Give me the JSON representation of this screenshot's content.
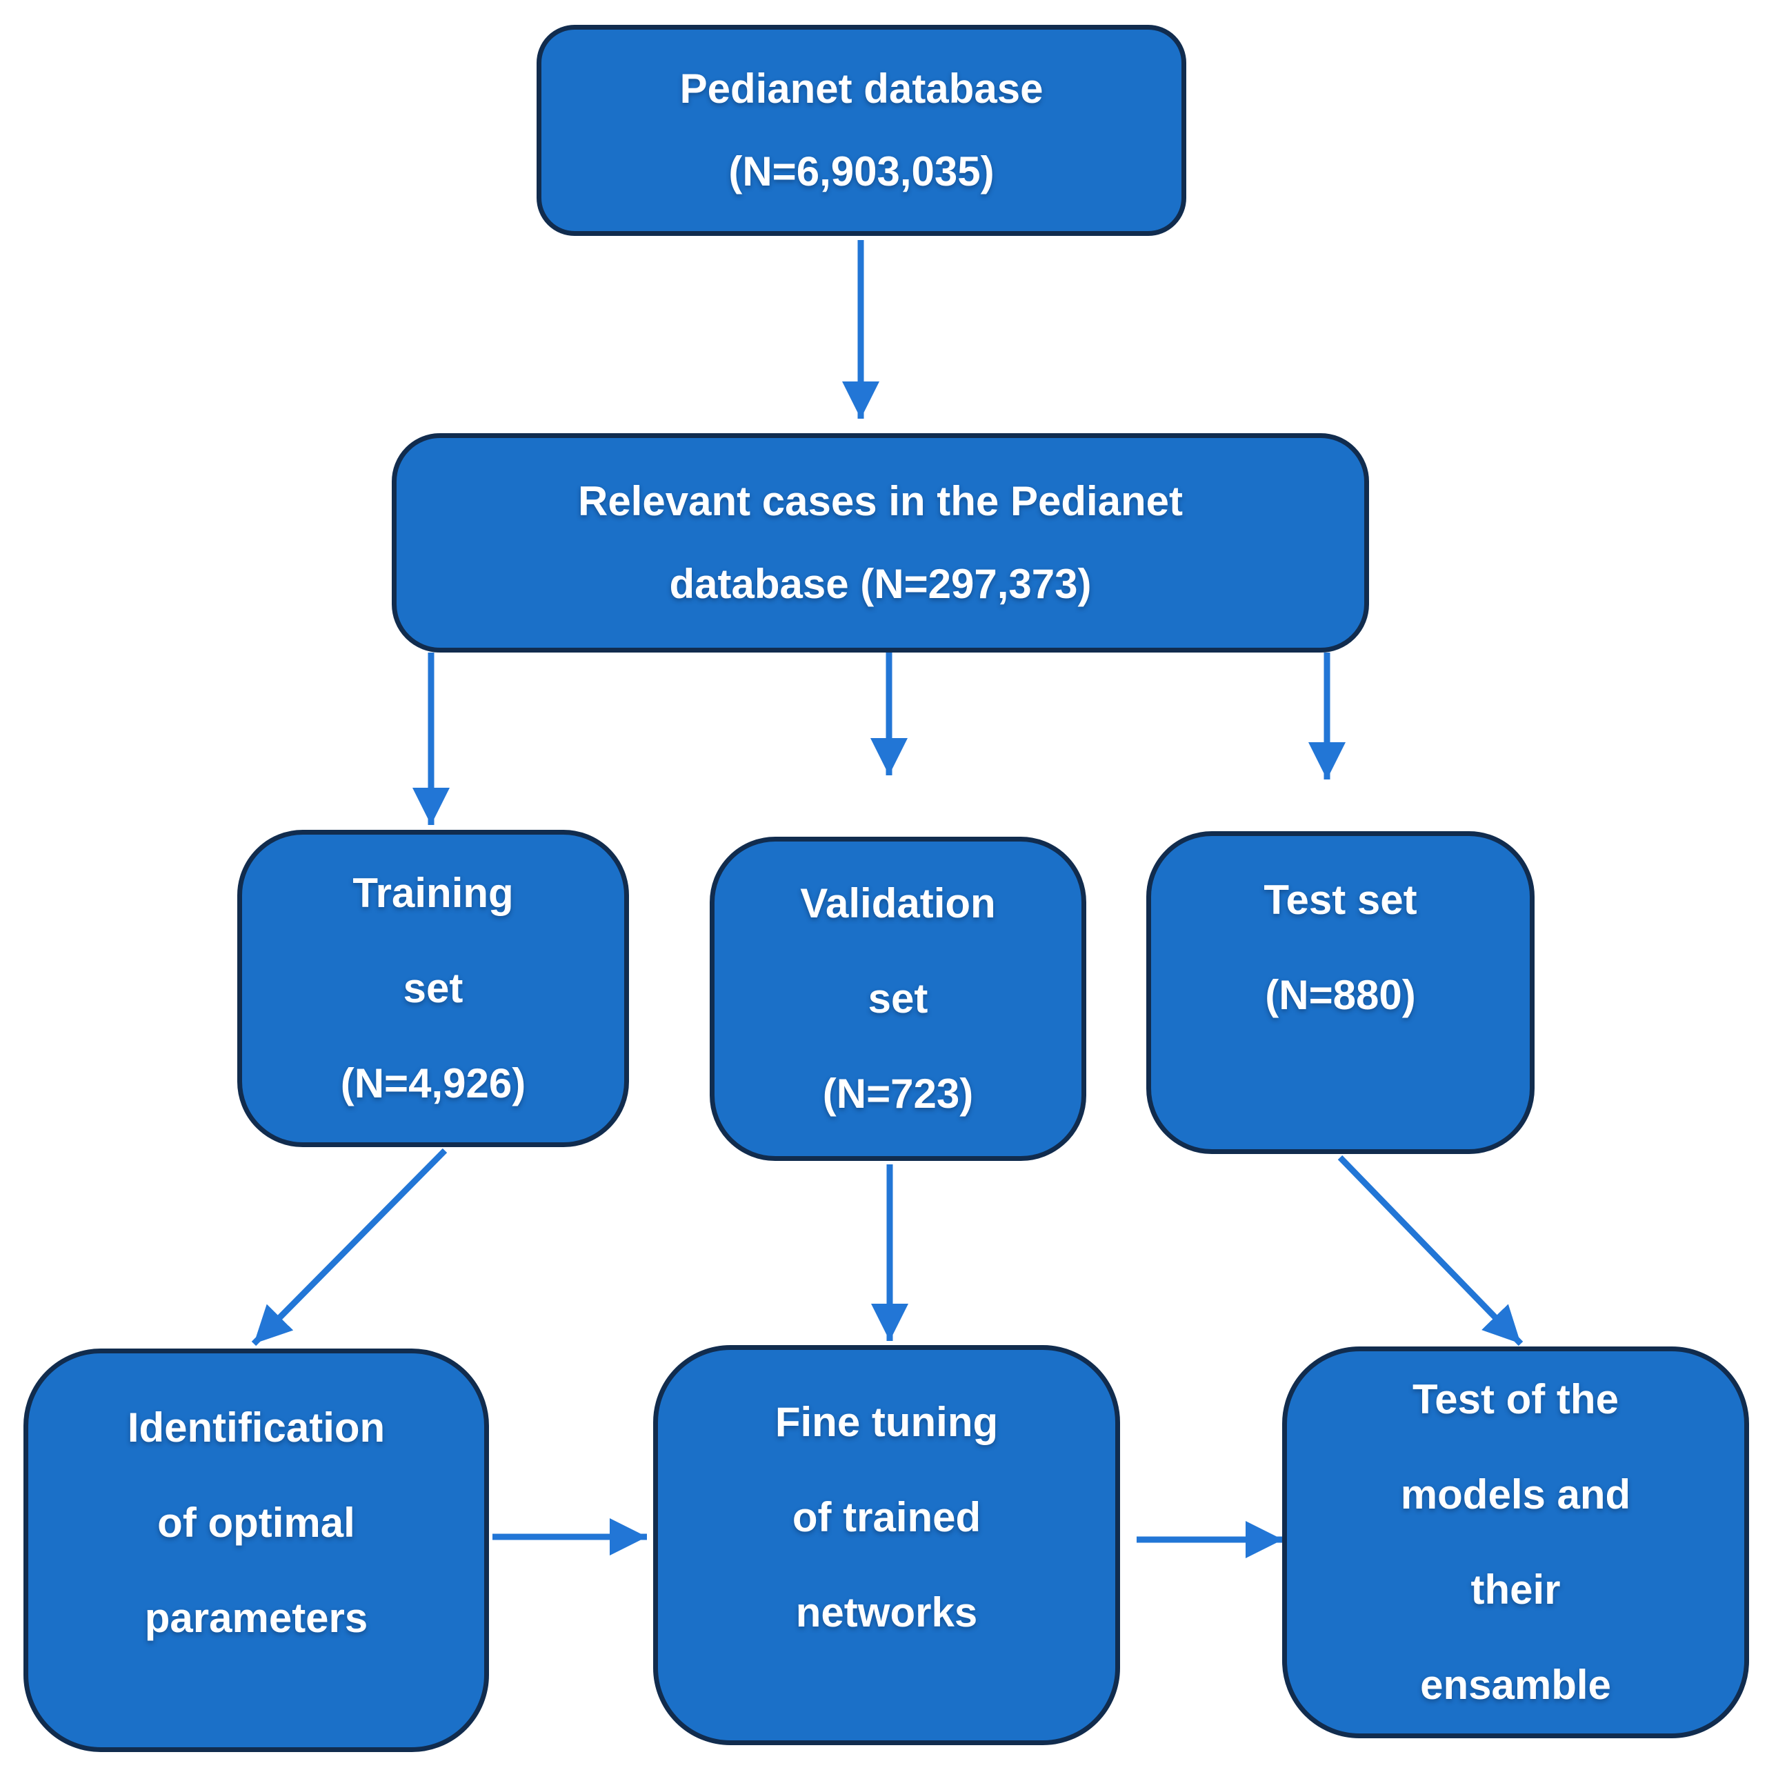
{
  "diagram": {
    "colors": {
      "node_fill": "#1b70c8",
      "node_border": "#112c4e",
      "arrow": "#2276d6",
      "text": "#ffffff"
    },
    "nodes": [
      {
        "id": "pedianet-database",
        "lines": [
          "Pedianet database",
          "(N=6,903,035)"
        ]
      },
      {
        "id": "relevant-cases",
        "lines": [
          "Relevant cases in the Pedianet",
          "database (N=297,373)"
        ]
      },
      {
        "id": "training-set",
        "lines": [
          "Training",
          "set",
          "(N=4,926)"
        ]
      },
      {
        "id": "validation-set",
        "lines": [
          "Validation",
          "set",
          "(N=723)"
        ]
      },
      {
        "id": "test-set",
        "lines": [
          "Test set",
          "(N=880)"
        ]
      },
      {
        "id": "identification-of-optimal-parameters",
        "lines": [
          "Identification",
          "of optimal",
          "parameters"
        ]
      },
      {
        "id": "fine-tuning-of-trained-networks",
        "lines": [
          "Fine tuning",
          "of trained",
          "networks"
        ]
      },
      {
        "id": "test-of-models-and-ensamble",
        "lines": [
          "Test of the",
          "models and",
          "their",
          "ensamble"
        ]
      }
    ],
    "edges": [
      {
        "from": "pedianet-database",
        "to": "relevant-cases"
      },
      {
        "from": "relevant-cases",
        "to": "training-set"
      },
      {
        "from": "relevant-cases",
        "to": "validation-set"
      },
      {
        "from": "relevant-cases",
        "to": "test-set"
      },
      {
        "from": "training-set",
        "to": "identification-of-optimal-parameters"
      },
      {
        "from": "validation-set",
        "to": "fine-tuning-of-trained-networks"
      },
      {
        "from": "test-set",
        "to": "test-of-models-and-ensamble"
      },
      {
        "from": "identification-of-optimal-parameters",
        "to": "fine-tuning-of-trained-networks"
      },
      {
        "from": "fine-tuning-of-trained-networks",
        "to": "test-of-models-and-ensamble"
      }
    ]
  }
}
